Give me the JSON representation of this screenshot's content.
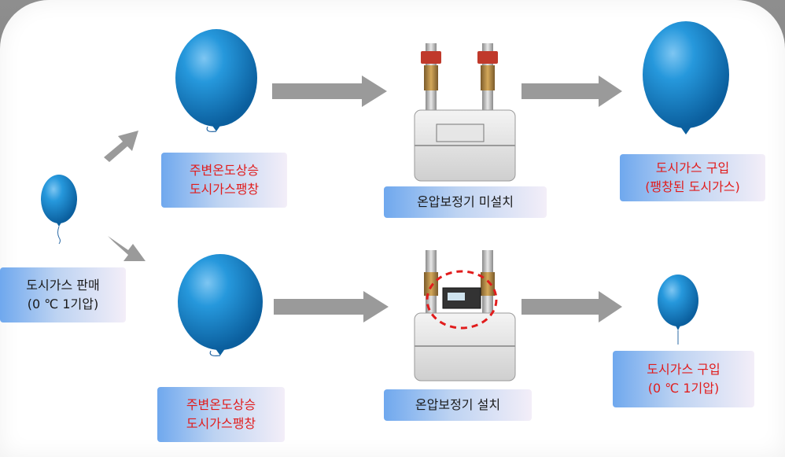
{
  "left": {
    "line1": "도시가스 판매",
    "line2": "(0 ℃ 1기압)"
  },
  "top": {
    "condition": {
      "line1": "주변온도상승",
      "line2": "도시가스팽창"
    },
    "meter": "온압보정기 미설치",
    "result": {
      "line1": "도시가스 구입",
      "line2": "(팽창된 도시가스)"
    }
  },
  "bottom": {
    "condition": {
      "line1": "주변온도상승",
      "line2": "도시가스팽창"
    },
    "meter": "온압보정기 설치",
    "result": {
      "line1": "도시가스 구입",
      "line2": "(0 ℃ 1기압)"
    }
  },
  "colors": {
    "balloon": "#1f8fd6",
    "arrow": "#9a9a9a",
    "highlight": "#e11c1c",
    "label_red": "#e11c1c"
  },
  "icons": [
    "balloon-icon",
    "gas-meter-icon",
    "arrow-icon"
  ]
}
